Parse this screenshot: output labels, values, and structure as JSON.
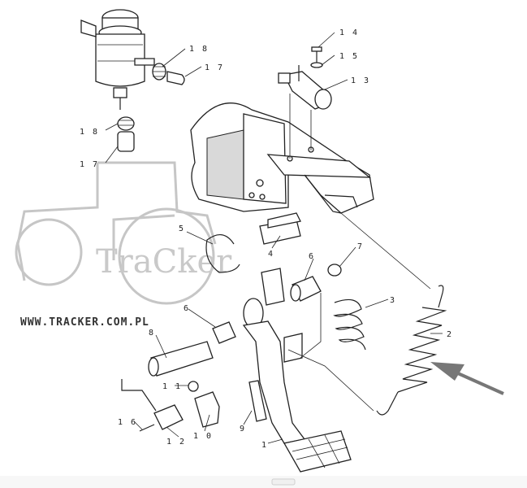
{
  "diagram": {
    "callouts": [
      {
        "id": "c1",
        "text": "1"
      },
      {
        "id": "c2",
        "text": "2"
      },
      {
        "id": "c3",
        "text": "3"
      },
      {
        "id": "c4",
        "text": "4"
      },
      {
        "id": "c5",
        "text": "5"
      },
      {
        "id": "c6a",
        "text": "6"
      },
      {
        "id": "c6b",
        "text": "6"
      },
      {
        "id": "c7",
        "text": "7"
      },
      {
        "id": "c8",
        "text": "8"
      },
      {
        "id": "c9",
        "text": "9"
      },
      {
        "id": "c10",
        "text": "1 0"
      },
      {
        "id": "c11",
        "text": "1 1"
      },
      {
        "id": "c12",
        "text": "1 2"
      },
      {
        "id": "c13",
        "text": "1 3"
      },
      {
        "id": "c14",
        "text": "1 4"
      },
      {
        "id": "c15",
        "text": "1 5"
      },
      {
        "id": "c16",
        "text": "1 6"
      },
      {
        "id": "c17a",
        "text": "1 7"
      },
      {
        "id": "c17b",
        "text": "1 7"
      },
      {
        "id": "c18a",
        "text": "1 8"
      },
      {
        "id": "c18b",
        "text": "1 8"
      }
    ]
  },
  "watermark": {
    "logo_text": "TraCker",
    "site_url": "WWW.TRACKER.COM.PL"
  }
}
